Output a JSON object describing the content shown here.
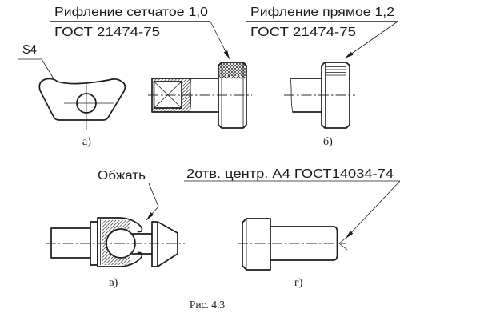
{
  "figure": {
    "caption": "Рис. 4.3",
    "callouts": {
      "diamond_knurl": {
        "line1": "Рифление сетчатое 1,0",
        "line2": "ГОСТ 21474-75"
      },
      "straight_knurl": {
        "line1": "Рифление прямое 1,2",
        "line2": "ГОСТ 21474-75"
      }
    },
    "parts": {
      "a": {
        "sublabel": "а)",
        "thickness_label": "S4"
      },
      "b": {
        "sublabel": "б)"
      },
      "v": {
        "sublabel": "в)",
        "note": "Обжать"
      },
      "g": {
        "sublabel": "г)",
        "note": "2отв. центр. А4 ГОСТ14034-74"
      }
    },
    "colors": {
      "line": "#1c1c1c",
      "caption": "#20242e",
      "background": "#ffffff"
    }
  }
}
